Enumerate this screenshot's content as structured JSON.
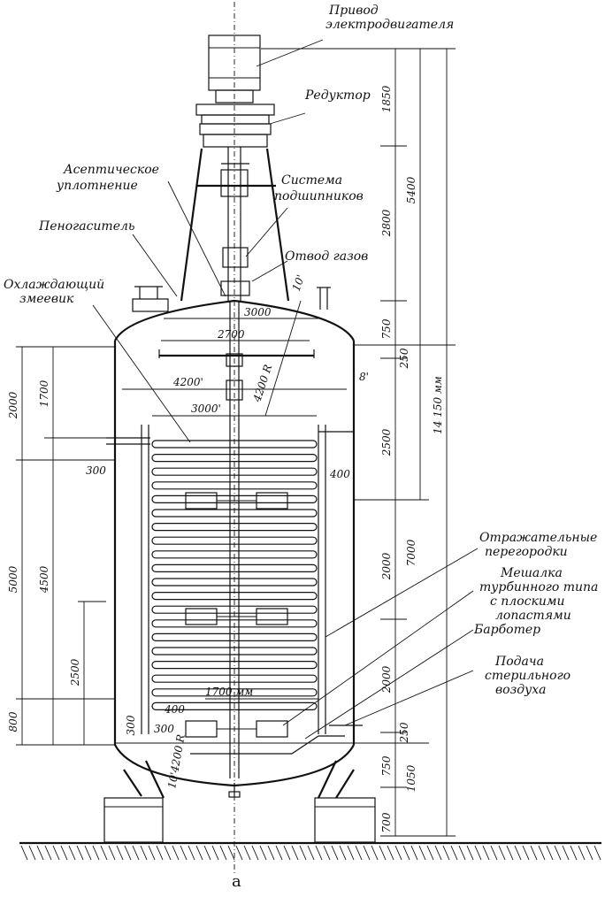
{
  "labels": {
    "drive": [
      "Привод",
      "электродвигателя"
    ],
    "reducer": "Редуктор",
    "aseptic_seal": [
      "Асептическое",
      "уплотнение"
    ],
    "bearings": [
      "Система",
      "подшипников"
    ],
    "antifoam": "Пеногаситель",
    "gas_outlet": "Отвод газов",
    "cooling_coil": [
      "Охлаждающий",
      "змеевик"
    ],
    "baffles": [
      "Отражательные",
      "перегородки"
    ],
    "stirrer": [
      "Мешалка",
      "турбинного типа",
      "с плоскими",
      "лопастями"
    ],
    "sparger": "Барботер",
    "air_supply": [
      "Подача",
      "стерильного",
      "воздуха"
    ],
    "axis": "а"
  },
  "dims": {
    "right_col1": [
      "1850",
      "2800",
      "750",
      "250",
      "2500",
      "2000",
      "2000",
      "250",
      "750",
      "700"
    ],
    "right_col2": [
      "5400",
      "7000",
      "1050"
    ],
    "total": "14 150 мм",
    "left_col1": [
      "2000",
      "5000",
      "800"
    ],
    "left_col2": [
      "1700",
      "4500"
    ],
    "left_col3": "2500",
    "d3000_top": "3000",
    "d2700": "2700",
    "d4200": "4200'",
    "r4200": "4200 R",
    "d8": "8'",
    "d10": "10'",
    "d3000_coil": "3000'",
    "d300_left": "300",
    "d400_right": "400",
    "d1700": "1700 мм",
    "d400_bottom": "400",
    "d300_bottom": "300",
    "d300_side": "300",
    "r_bottom": "10'4200 R"
  }
}
